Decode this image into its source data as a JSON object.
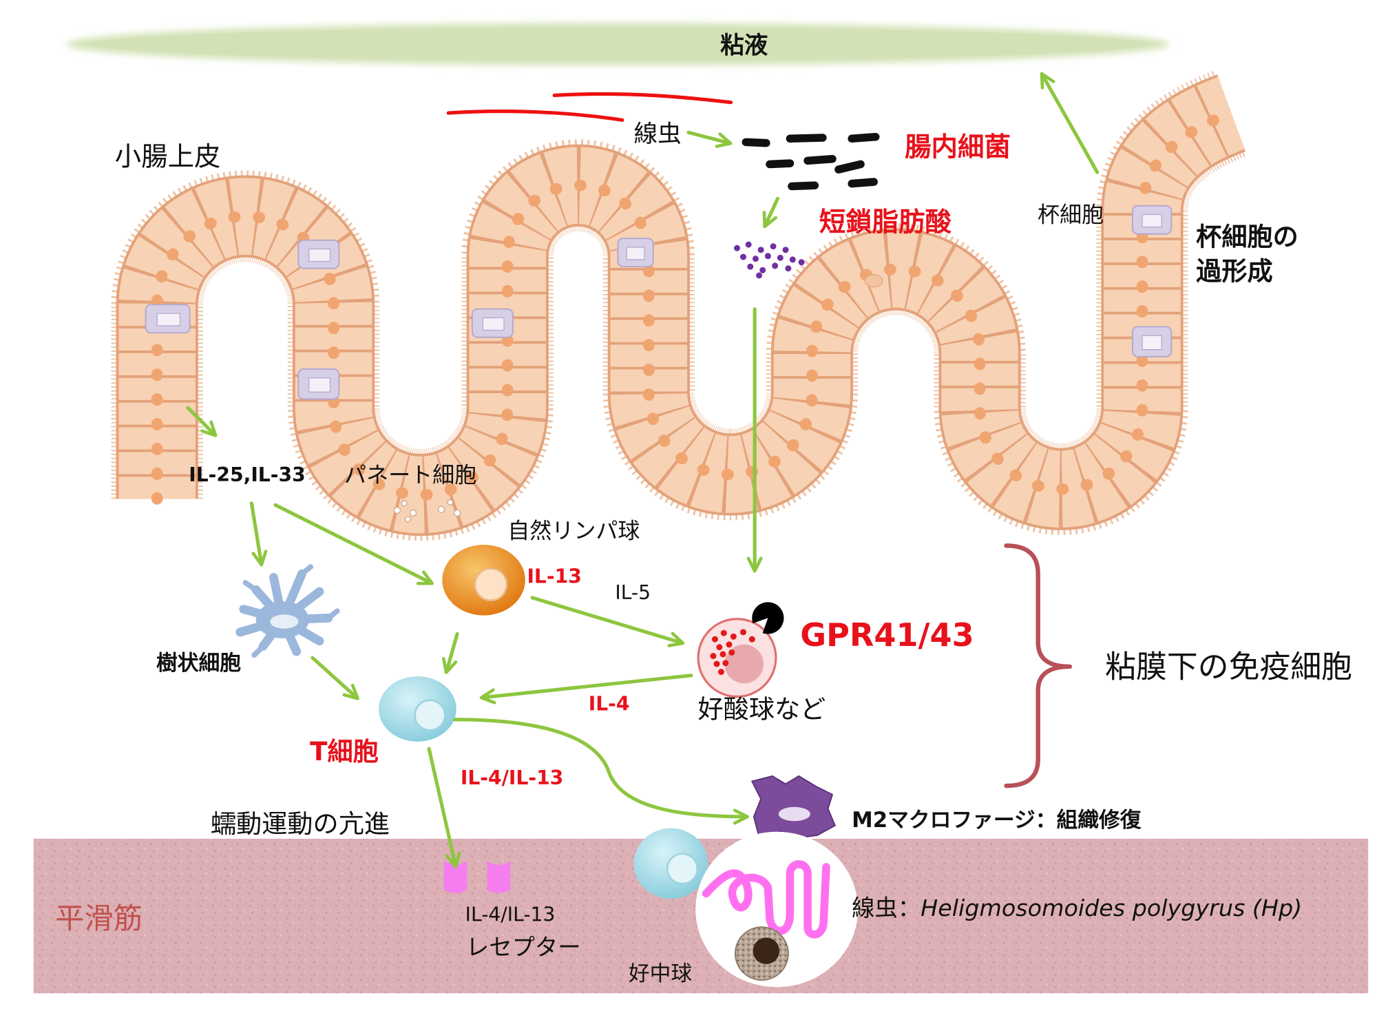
{
  "labels": {
    "mucus": "粘液",
    "nematode_top": "線虫",
    "gut_bacteria": "腸内細菌",
    "scfa": "短鎖脂肪酸",
    "epithelium": "小腸上皮",
    "goblet_cell": "杯細胞",
    "goblet_hyperplasia": [
      "杯細胞の",
      "過形成"
    ],
    "il25_il33": "IL-25,IL-33",
    "paneth_cell": "パネート細胞",
    "ilc": "自然リンパ球",
    "il13": "IL-13",
    "il5": "IL-5",
    "gpr": "GPR41/43",
    "dendritic_cell": "樹状細胞",
    "il4": "IL-4",
    "eosinophil": "好酸球など",
    "t_cell": "T細胞",
    "il4_il13": "IL-4/IL-13",
    "peristalsis": "蠕動運動の亢進",
    "submucosal_immune": "粘膜下の免疫細胞",
    "m2_macrophage": "M2マクロファージ：組織修復",
    "smooth_muscle": "平滑筋",
    "receptor_name": "IL-4/IL-13",
    "receptor": "レセプター",
    "nematode_prefix": "線虫：",
    "nematode_species": "Heligmosomoides polygyrus (Hp)",
    "neutrophil": "好中球"
  },
  "colors": {
    "label_red": "#e8111b",
    "arrow_green": "#8dc63f",
    "bracket": "#b85058",
    "smooth_muscle_label": "#c0504d",
    "smooth_muscle": "#dcb0b4",
    "mucus": "#d3e2b6",
    "epithelium": "#f8d2b4",
    "goblet_cell": "#d7cfe6",
    "ilc": "#ec8a1e",
    "t_cell": "#a8dce8",
    "dendritic_cell": "#9cb7dc",
    "eosinophil": "#fbe1e1",
    "m2_macrophage": "#7c4b9c",
    "nematode_worm": "#ff70f0",
    "receptor": "#f47ef0",
    "scfa_dots": "#7030a0",
    "bacteria": "#111111"
  }
}
